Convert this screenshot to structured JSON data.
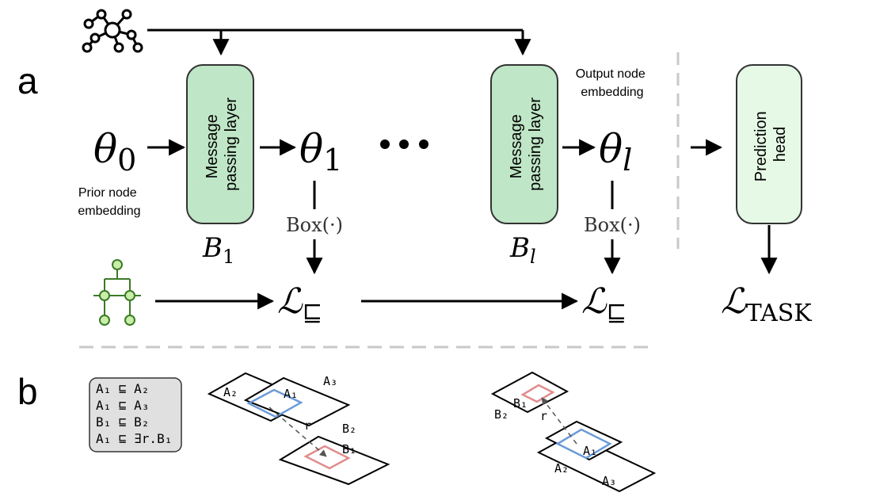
{
  "panel_a": {
    "label": "a",
    "theta0": {
      "base": "θ",
      "sub": "0"
    },
    "theta1": {
      "base": "θ",
      "sub": "1"
    },
    "thetal": {
      "base": "θ",
      "sub": "l"
    },
    "dots": "•••",
    "prior_caption": [
      "Prior node",
      "embedding"
    ],
    "output_caption": [
      "Output node",
      "embedding"
    ],
    "layer1_text": [
      "Message",
      "passing layer"
    ],
    "layerl_text": [
      "Message",
      "passing layer"
    ],
    "head_text": [
      "Prediction",
      "head"
    ],
    "b1": {
      "base": "B",
      "sub": "1"
    },
    "bl": {
      "base": "B",
      "sub": "l"
    },
    "box_op_1": "Box(·)",
    "box_op_l": "Box(·)",
    "loss_sub_1": {
      "base": "ℒ",
      "sub": "⊑"
    },
    "loss_sub_2": {
      "base": "ℒ",
      "sub": "⊑"
    },
    "loss_task": {
      "base": "ℒ",
      "sub": "TASK"
    }
  },
  "panel_b": {
    "label": "b",
    "axioms": [
      "A₁ ⊑ A₂",
      "A₁ ⊑ A₃",
      "B₁ ⊑ B₂",
      "A₁ ⊑ ∃r.B₁"
    ],
    "left": {
      "A2": "A₂",
      "A1": "A₁",
      "A3": "A₃",
      "r": "r",
      "B2": "B₂",
      "B1": "B₁"
    },
    "right": {
      "B1": "B₁",
      "B2": "B₂",
      "r": "r",
      "A1": "A₁",
      "A2": "A₂",
      "A3": "A₃"
    }
  },
  "colors": {
    "layer_fill": "#bfe6c6",
    "layer_stroke": "#333333",
    "head_fill": "#e6f9e6",
    "axiom_fill": "#e0e0e0",
    "blue_box": "#6b9bd8",
    "red_box": "#e28c8c",
    "tree_node": "#c8eea8",
    "tree_stroke": "#3b7a27",
    "divider": "#c8c8c8"
  },
  "icons": [
    "graph-network-icon",
    "hierarchy-tree-icon"
  ]
}
